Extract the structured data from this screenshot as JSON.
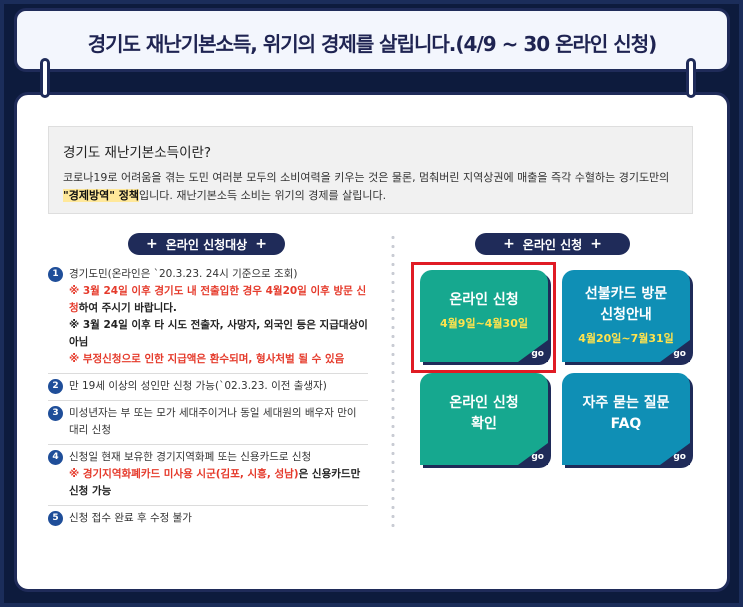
{
  "banner": {
    "title": "경기도 재난기본소득, 위기의 경제를 살립니다.(4/9 ~ 30 온라인 신청)"
  },
  "intro": {
    "title": "경기도 재난기본소득이란?",
    "body1": "코로나19로 어려움을 겪는 도민 여러분 모두의 소비여력을 키우는 것은 물론, 멈춰버린 지역상권에 매출을 즉각 수혈하는 경기도만의",
    "body_highlight": "\"경제방역\" 정책",
    "body2": "입니다. 재난기본소득 소비는 위기의 경제를 살립니다."
  },
  "eligibility": {
    "header": "온라인 신청대상",
    "items": [
      {
        "num": "1",
        "text": "경기도민(온라인은 `20.3.23. 24시 기준으로 조회)"
      },
      {
        "num": "2",
        "text": "만 19세 이상의 성인만 신청 가능(`02.3.23. 이전 출생자)"
      },
      {
        "num": "3",
        "text": "미성년자는 부 또는 모가 세대주이거나 동일 세대원의 배우자 만이 대리 신청"
      },
      {
        "num": "4",
        "text": "신청일 현재 보유한 경기지역화폐 또는 신용카드로 신청"
      },
      {
        "num": "5",
        "text": "신청 접수 완료 후 수정 불가"
      }
    ],
    "note1a": "※ 3월 24일 이후 경기도 내 전출입한 경우 4월20일 이후 방문 신청",
    "note1b": "하여 주시기 바랍니다.",
    "note2": "※ 3월 24일 이후 타 시도 전출자, 사망자, 외국인 등은 지급대상이 아님",
    "note3": "※ 부정신청으로 인한 지급액은 환수되며, 형사처벌 될 수 있음",
    "note4a": "※ 경기지역화폐카드 미사용 시군(김포, 시흥, 성남)",
    "note4b": "은 신용카드만 신청 가능"
  },
  "apply": {
    "header": "온라인 신청",
    "go_label": "go",
    "cards": [
      {
        "title": "온라인 신청",
        "sub": "4월9일~4월30일",
        "color": "#16a88f"
      },
      {
        "title": "선불카드 방문 신청안내",
        "sub": "4월20일~7월31일",
        "color": "#0f8fb5"
      },
      {
        "title": "온라인 신청확인",
        "color": "#16a88f"
      },
      {
        "title": "자주 묻는 질문 FAQ",
        "color": "#0f8fb5"
      }
    ]
  }
}
